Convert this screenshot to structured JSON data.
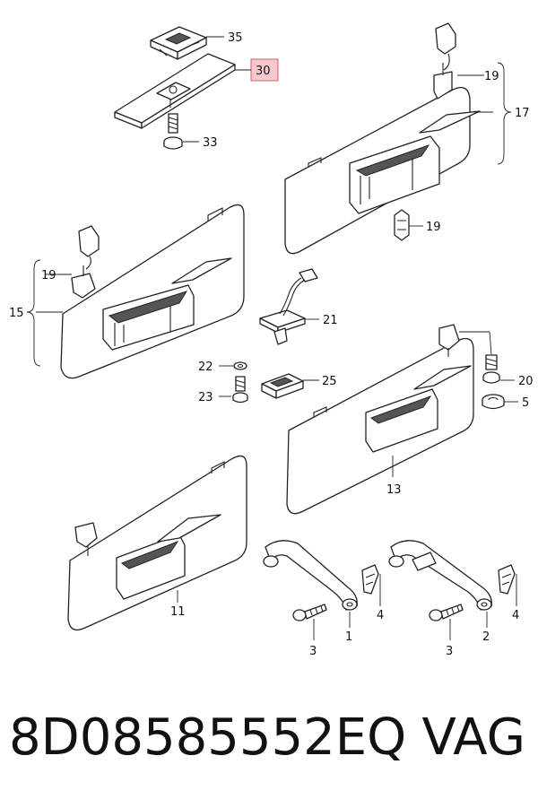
{
  "labels": {
    "p35": "35",
    "p30": "30",
    "p33": "33",
    "p19a": "19",
    "p17": "17",
    "p19b": "19",
    "p15": "15",
    "p19c": "19",
    "p21": "21",
    "p22": "22",
    "p25": "25",
    "p23": "23",
    "p20": "20",
    "p5": "5",
    "p13": "13",
    "p11": "11",
    "p4a": "4",
    "p4b": "4",
    "p3a": "3",
    "p3b": "3",
    "p1": "1",
    "p2": "2"
  },
  "highlight_label": "30",
  "footer": {
    "part_number": "8D08585552EQ",
    "brand": "VAG"
  },
  "colors": {
    "highlight_fill": "#f7c9cf",
    "highlight_stroke": "#d2606e",
    "line": "#222222"
  }
}
